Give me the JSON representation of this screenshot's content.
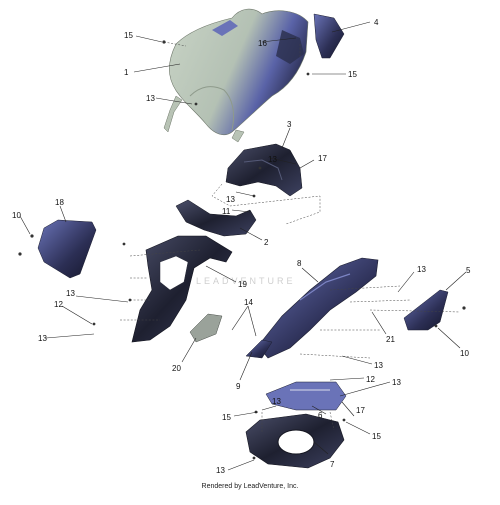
{
  "diagram": {
    "callouts": [
      "15",
      "1",
      "13",
      "16",
      "4",
      "15",
      "3",
      "13",
      "17",
      "13",
      "11",
      "2",
      "10",
      "18",
      "19",
      "8",
      "13",
      "5",
      "13",
      "12",
      "13",
      "14",
      "21",
      "20",
      "9",
      "10",
      "13",
      "12",
      "13",
      "15",
      "13",
      "6",
      "17",
      "15",
      "7",
      "13"
    ],
    "watermark": "LEADVENTURE",
    "credit": "Rendered by LeadVenture, Inc.",
    "colors": {
      "panel_light": "#b9c5b8",
      "panel_dark": "#2a2c3a",
      "blue_tint": "#5a63a8",
      "leader": "#222222"
    }
  }
}
